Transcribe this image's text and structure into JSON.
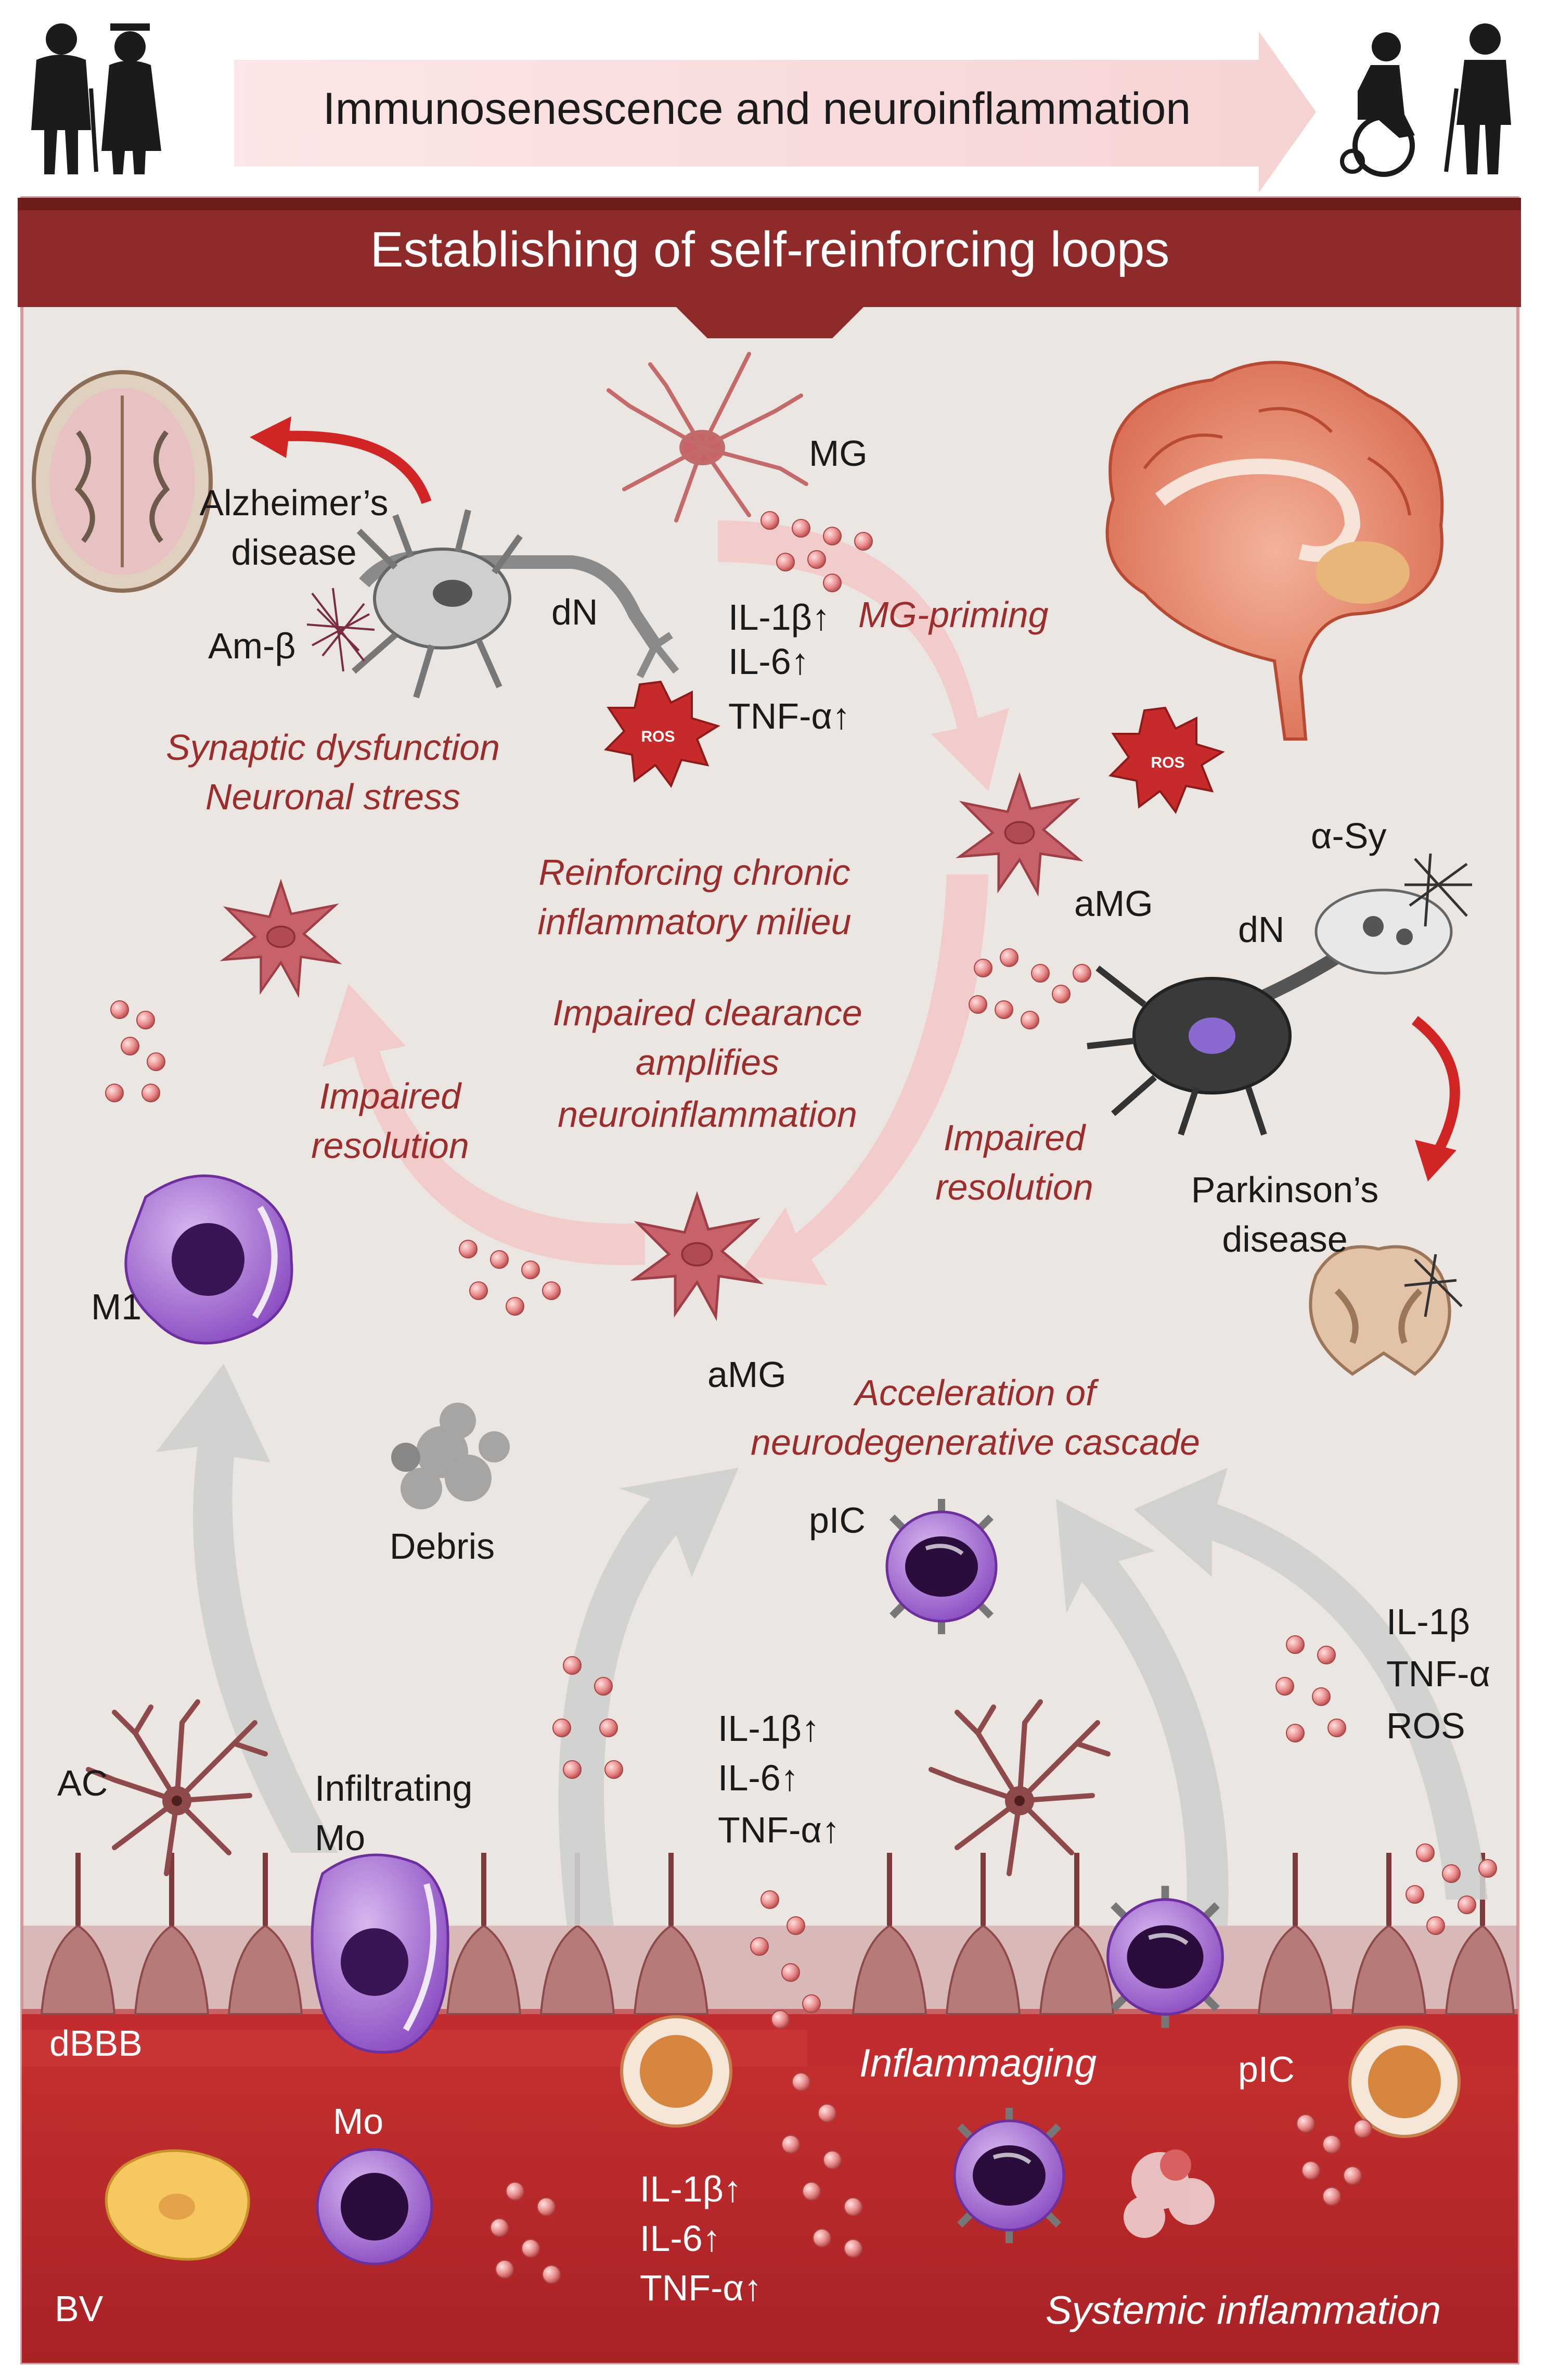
{
  "header": {
    "title": "Immunosenescence and neuroinflammation",
    "banner": "Establishing of self-reinforcing loops"
  },
  "colors": {
    "banner": "#8e2a2a",
    "panel": "#ece6e2",
    "vessel": "#b8282c",
    "microglia": "#c8626a",
    "loop_arrow": "#f3c7c7",
    "gray_arrow": "#cfcfcf",
    "red_text": "#9b2d2d"
  },
  "icons": [
    "elderly-couple-icon",
    "wheelchair-couple-icon",
    "brain-icon",
    "brain-slice-icon",
    "midbrain-slice-icon",
    "ros-burst-icon"
  ],
  "labels": {
    "alzheimers_1": "Alzheimer’s",
    "alzheimers_2": "disease",
    "am_beta": "Am-β",
    "dn_top": "dN",
    "mg": "MG",
    "cyt_top_1": "IL-1β↑",
    "cyt_top_2": "IL-6↑",
    "cyt_top_3": "TNF-α↑",
    "mg_priming": "MG-priming",
    "ros_1": "ROS",
    "ros_2": "ROS",
    "synaptic": "Synaptic dysfunction",
    "neuronal_stress": "Neuronal stress",
    "reinforcing_1": "Reinforcing chronic",
    "reinforcing_2": "inflammatory milieu",
    "amg_right": "aMG",
    "alpha_sy": "α-Sy",
    "dn_right": "dN",
    "impaired_clearance_1": "Impaired clearance",
    "impaired_clearance_2": "amplifies",
    "impaired_clearance_3": "neuroinflammation",
    "impaired_res_left_1": "Impaired",
    "impaired_res_left_2": "resolution",
    "impaired_res_right_1": "Impaired",
    "impaired_res_right_2": "resolution",
    "parkinsons_1": "Parkinson’s",
    "parkinsons_2": "disease",
    "m1": "M1",
    "amg_bottom": "aMG",
    "acceleration_1": "Acceleration of",
    "acceleration_2": "neurodegenerative cascade",
    "debris": "Debris",
    "pic_mid": "pIC",
    "cyt_right_1": "IL-1β",
    "cyt_right_2": "TNF-α",
    "cyt_right_3": "ROS",
    "ac": "AC",
    "infiltrating_1": "Infiltrating",
    "infiltrating_2": "Mo",
    "cyt_mid_1": "IL-1β↑",
    "cyt_mid_2": "IL-6↑",
    "cyt_mid_3": "TNF-α↑",
    "dbbb": "dBBB",
    "inflammaging": "Inflammaging",
    "pic_bottom": "pIC",
    "mo": "Mo",
    "cyt_bv_1": "IL-1β↑",
    "cyt_bv_2": "IL-6↑",
    "cyt_bv_3": "TNF-α↑",
    "bv": "BV",
    "systemic": "Systemic inflammation"
  }
}
